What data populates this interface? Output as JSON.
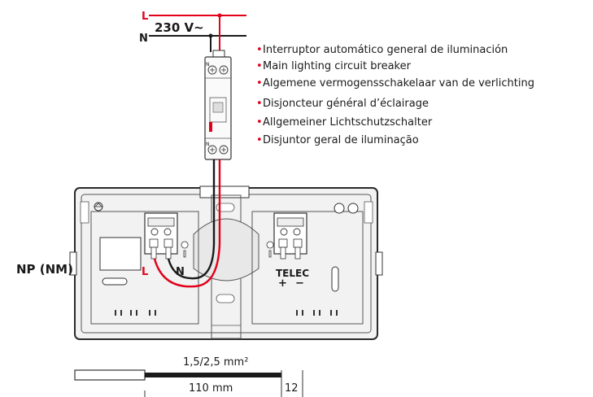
{
  "supply": {
    "line_label": "L",
    "neutral_label": "N",
    "voltage": "230 V~"
  },
  "breaker": {
    "terminal_label_top": "N",
    "terminal_label_bottom": "N",
    "descriptions": [
      "Interruptor automático general de iluminación",
      "Main lighting circuit breaker",
      "Algemene vermogensschakelaar van de verlichting",
      "Disjoncteur général d’éclairage",
      "Allgemeiner Lichtschutzschalter",
      "Disjuntor geral de iluminação"
    ]
  },
  "device": {
    "model_label": "NP (NM)",
    "terminal_line_label": "L",
    "terminal_neutral_label": "N",
    "telec_label": "TELEC",
    "telec_plus": "+",
    "telec_minus": "−"
  },
  "cable": {
    "section": "1,5/2,5 mm²",
    "strip_length": "110 mm",
    "strip_end": "12"
  },
  "colors": {
    "line_wire": "#e2001a",
    "neutral_wire": "#1a1a1a",
    "accent": "#e2001a"
  }
}
